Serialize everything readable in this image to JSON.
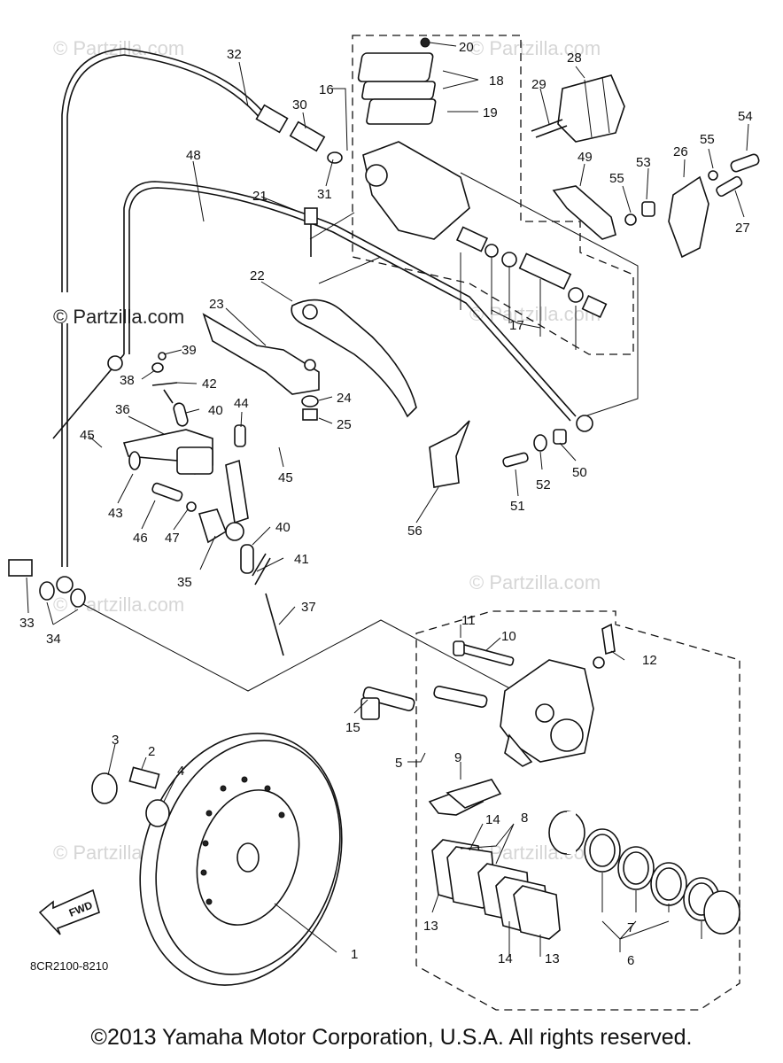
{
  "watermarks": {
    "brand": "Partzilla.com",
    "brand_prefixed": "© Partzilla.com"
  },
  "labels": [
    "1",
    "2",
    "3",
    "4",
    "5",
    "6",
    "7",
    "8",
    "9",
    "10",
    "11",
    "12",
    "13",
    "13",
    "14",
    "14",
    "15",
    "16",
    "17",
    "18",
    "19",
    "20",
    "21",
    "22",
    "23",
    "24",
    "25",
    "26",
    "27",
    "28",
    "29",
    "30",
    "31",
    "32",
    "33",
    "34",
    "35",
    "36",
    "37",
    "38",
    "39",
    "40",
    "40",
    "41",
    "42",
    "43",
    "44",
    "45",
    "45",
    "46",
    "47",
    "48",
    "49",
    "50",
    "51",
    "52",
    "53",
    "54",
    "55",
    "55",
    "56"
  ],
  "fwd_label": "FWD",
  "doc_code": "8CR2100-8210",
  "copyright": "©2013  Yamaha Motor Corporation, U.S.A. All rights reserved.",
  "icons": {
    "fwd_arrow": "fwd-arrow-icon",
    "copyright_symbol": "copyright-icon"
  }
}
